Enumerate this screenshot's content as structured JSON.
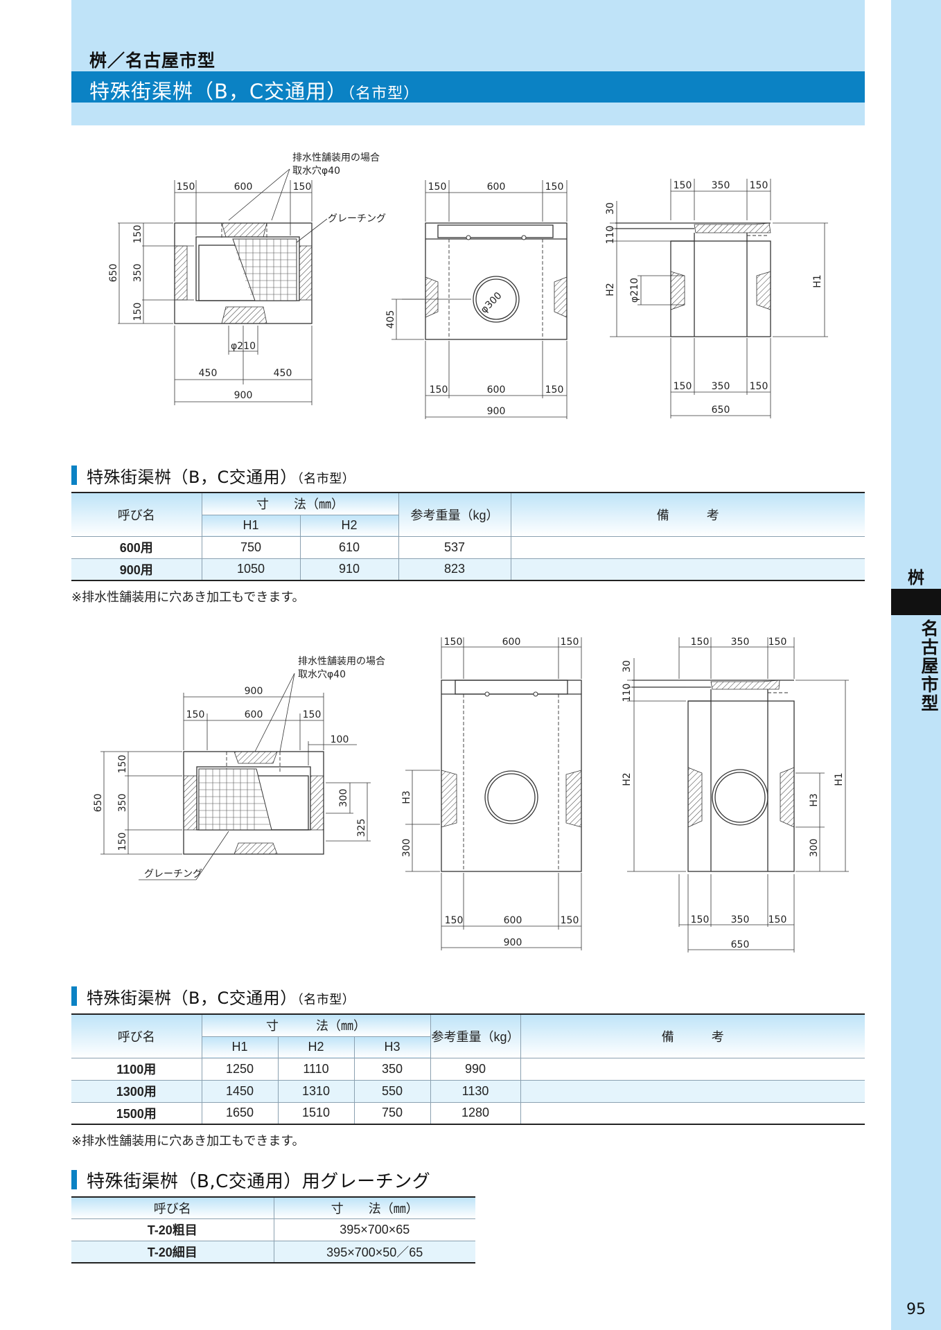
{
  "header": {
    "category": "桝／名古屋市型",
    "title_main": "特殊街渠桝（B，C交通用）",
    "title_sub": "（名市型）"
  },
  "side_tab": {
    "category": "桝",
    "label": "名古屋市型",
    "page_number": "95"
  },
  "drawing1": {
    "note_line1": "排水性舗装用の場合",
    "note_line2": "取水穴φ40",
    "grating_label": "グレーチング",
    "plan": {
      "top_dims": [
        "150",
        "600",
        "150"
      ],
      "left_dims": [
        "150",
        "350",
        "150"
      ],
      "overall_height": "650",
      "pipe": "φ210",
      "half_dims": [
        "450",
        "450"
      ],
      "overall_width": "900"
    },
    "front": {
      "top_dims": [
        "150",
        "600",
        "150"
      ],
      "pipe": "φ300",
      "height_dim": "405",
      "bottom_dims": [
        "150",
        "600",
        "150"
      ],
      "overall_width": "900"
    },
    "side": {
      "top_dims": [
        "150",
        "350",
        "150"
      ],
      "left_dims": [
        "30",
        "110"
      ],
      "h2": "H2",
      "pipe": "φ210",
      "h1": "H1",
      "bottom_dims": [
        "150",
        "350",
        "150"
      ],
      "overall_width": "650"
    }
  },
  "section1": {
    "title_main": "特殊街渠桝（B，C交通用）",
    "title_sub": "（名市型）",
    "table": {
      "header_name": "呼び名",
      "header_dims": "寸　　法（㎜）",
      "header_h1": "H1",
      "header_h2": "H2",
      "header_weight": "参考重量（kg）",
      "header_remarks": "備　　　考",
      "rows": [
        {
          "name": "600用",
          "h1": "750",
          "h2": "610",
          "weight": "537",
          "remarks": ""
        },
        {
          "name": "900用",
          "h1": "1050",
          "h2": "910",
          "weight": "823",
          "remarks": ""
        }
      ]
    },
    "note": "※排水性舗装用に穴あき加工もできます。"
  },
  "drawing2": {
    "note_line1": "排水性舗装用の場合",
    "note_line2": "取水穴φ40",
    "grating_label": "グレーチング",
    "plan": {
      "overall_width": "900",
      "top_dims": [
        "150",
        "600",
        "150"
      ],
      "offset": "100",
      "left_dims": [
        "150",
        "350",
        "150"
      ],
      "overall_height": "650",
      "right_dims": [
        "300",
        "325"
      ]
    },
    "front": {
      "top_dims": [
        "150",
        "600",
        "150"
      ],
      "h3": "H3",
      "height_dim": "300",
      "bottom_dims": [
        "150",
        "600",
        "150"
      ],
      "overall_width": "900"
    },
    "side": {
      "top_dims": [
        "150",
        "350",
        "150"
      ],
      "left_dims": [
        "30",
        "110"
      ],
      "h2": "H2",
      "h1": "H1",
      "h3": "H3",
      "height_dim": "300",
      "bottom_dims": [
        "150",
        "350",
        "150"
      ],
      "overall_width": "650"
    }
  },
  "section2": {
    "title_main": "特殊街渠桝（B，C交通用）",
    "title_sub": "（名市型）",
    "table": {
      "header_name": "呼び名",
      "header_dims": "寸　　　法（㎜）",
      "header_h1": "H1",
      "header_h2": "H2",
      "header_h3": "H3",
      "header_weight": "参考重量（kg）",
      "header_remarks": "備　　　考",
      "rows": [
        {
          "name": "1100用",
          "h1": "1250",
          "h2": "1110",
          "h3": "350",
          "weight": "990",
          "remarks": ""
        },
        {
          "name": "1300用",
          "h1": "1450",
          "h2": "1310",
          "h3": "550",
          "weight": "1130",
          "remarks": ""
        },
        {
          "name": "1500用",
          "h1": "1650",
          "h2": "1510",
          "h3": "750",
          "weight": "1280",
          "remarks": ""
        }
      ]
    },
    "note": "※排水性舗装用に穴あき加工もできます。"
  },
  "section3": {
    "title": "特殊街渠桝（B,C交通用）用グレーチング",
    "table": {
      "header_name": "呼び名",
      "header_dims": "寸　　法（㎜）",
      "rows": [
        {
          "name": "T-20粗目",
          "dims": "395×700×65"
        },
        {
          "name": "T-20細目",
          "dims": "395×700×50／65"
        }
      ]
    }
  }
}
